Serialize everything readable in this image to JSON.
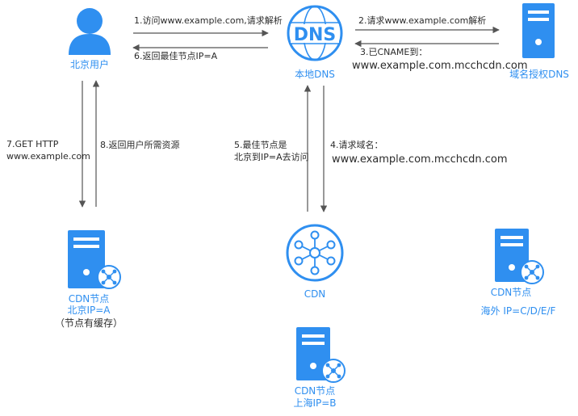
{
  "nodes": {
    "beijing_user": {
      "label": "北京用户"
    },
    "local_dns": {
      "icon_text": "DNS",
      "label": "本地DNS"
    },
    "auth_dns": {
      "label": "域名授权DNS"
    },
    "cdn_center": {
      "label": "CDN"
    },
    "cdn_beijing": {
      "line1": "CDN节点",
      "line2": "北京IP=A",
      "line3": "（节点有缓存）"
    },
    "cdn_shanghai": {
      "line1": "CDN节点",
      "line2": "上海IP=B"
    },
    "cdn_overseas": {
      "line1": "CDN节点",
      "line2": "海外 IP=C/D/E/F"
    }
  },
  "steps": {
    "s1": "1.访问www.example.com,请求解析",
    "s2": "2.请求www.example.com解析",
    "s3_line1": "3.已CNAME到：",
    "s3_line2": "www.example.com.mcchcdn.com",
    "s4_line1": "4.请求域名：",
    "s4_line2": "www.example.com.mcchcdn.com",
    "s5_line1": "5.最佳节点是",
    "s5_line2": "北京到IP=A去访问",
    "s6": "6.返回最佳节点IP=A",
    "s7_line1": "7.GET HTTP",
    "s7_line2": "www.example.com",
    "s8": "8.返回用户所需资源"
  },
  "colors": {
    "primary_blue": "#2f8ff0",
    "text_dark": "#2b2b2b",
    "arrow_gray": "#555555"
  }
}
